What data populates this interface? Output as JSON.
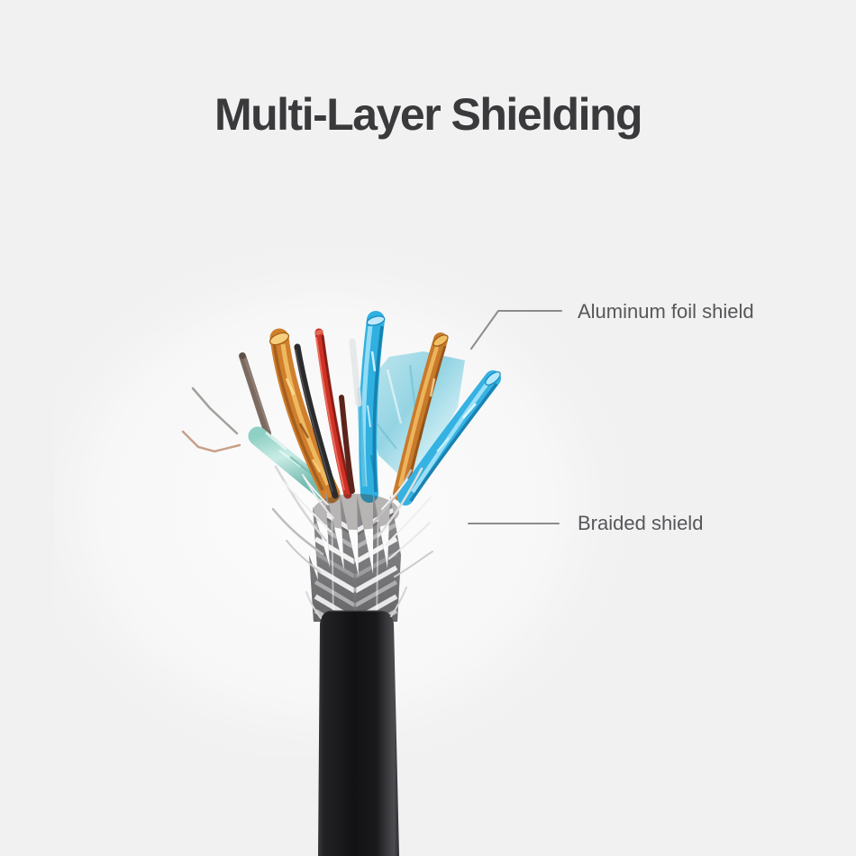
{
  "title": {
    "text": "Multi-Layer Shielding"
  },
  "annotations": [
    {
      "label": "Aluminum foil shield",
      "target": "aluminum-foil-wires",
      "side": "right"
    },
    {
      "label": "Braided shield",
      "target": "braided-shield",
      "side": "right"
    }
  ],
  "illustration": {
    "subject": "Stripped end of a black round cable fanned open to show its internal shielding layers",
    "parts": [
      "black outer jacket",
      "silver braided shield splayed in a V",
      "blue aluminum foil shielded wires",
      "copper foil shielded wires",
      "red insulated wire",
      "black insulated wire",
      "brown insulated wire",
      "pale teal foil-wrapped pair",
      "thin silver and copper drain wires"
    ]
  },
  "colors": {
    "background": "#f1f1f2",
    "title_text": "#3a3a3c",
    "label_text": "#57575a",
    "leader_line": "#8c8c8e",
    "cable_jacket": "#1a1a1c",
    "braided_shield_silver": "#d9d9db",
    "aluminum_foil_blue": "#35b5e5",
    "foil_copper": "#d68432",
    "foil_teal": "#a8ded6",
    "wire_red": "#d93a2b",
    "wire_black": "#2b2b2e",
    "wire_brown": "#7b6a60",
    "drain_wire_copper": "#c9a089",
    "drain_wire_silver": "#a4a09b"
  }
}
